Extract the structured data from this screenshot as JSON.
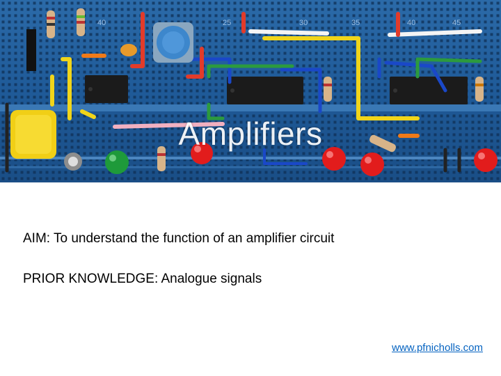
{
  "slide": {
    "title": "Amplifiers",
    "aim": "AIM: To understand the function of an amplifier circuit",
    "prior_knowledge": "PRIOR KNOWLEDGE: Analogue signals",
    "website": "www.pfnicholls.com",
    "board_numbers": [
      "40",
      "25",
      "30",
      "35",
      "40",
      "45"
    ]
  },
  "colors": {
    "board": "#1f5a98",
    "link": "#0563c1",
    "background": "#ffffff"
  }
}
